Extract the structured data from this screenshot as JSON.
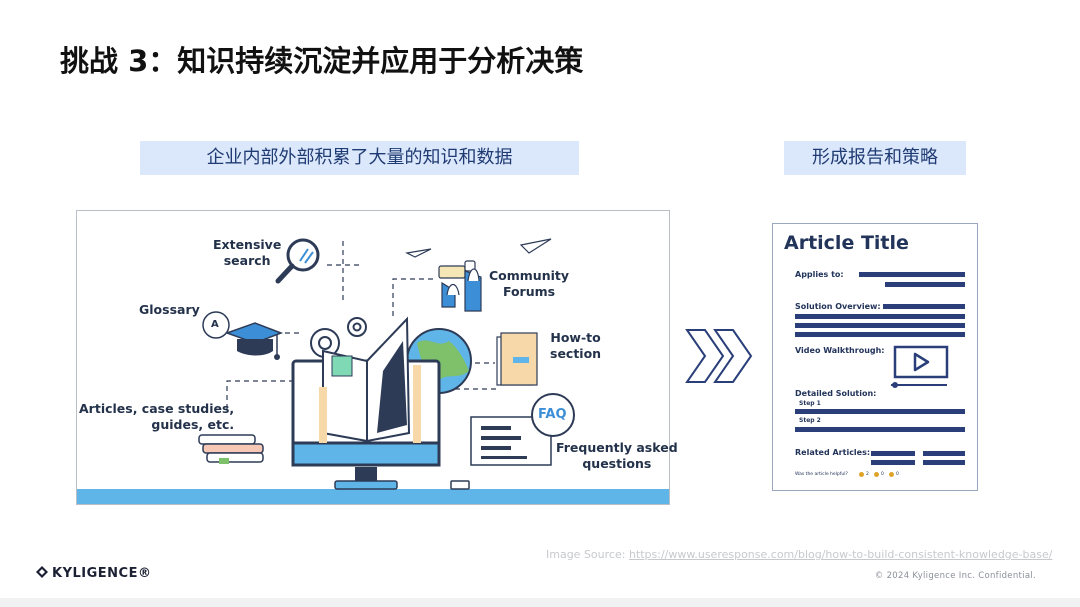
{
  "slide": {
    "title": "挑战 3：知识持续沉淀并应用于分析决策",
    "left_banner": "企业内部外部积累了大量的知识和数据",
    "right_banner": "形成报告和策略"
  },
  "illustration": {
    "labels": {
      "extensive_search": "Extensive\nsearch",
      "community_forums": "Community\nForums",
      "glossary": "Glossary",
      "howto": "How-to\nsection",
      "articles": "Articles, case studies,\nguides, etc.",
      "faq_badge": "FAQ",
      "faq": "Frequently asked\nquestions",
      "glossary_letter": "A"
    }
  },
  "article": {
    "title": "Article Title",
    "applies_to": "Applies to:",
    "solution_overview": "Solution Overview:",
    "video_walkthrough": "Video Walkthrough:",
    "detailed_solution": "Detailed Solution:",
    "step1": "Step 1",
    "step2": "Step 2",
    "related_articles": "Related Articles:",
    "helpful": "Was the article helpful?",
    "helpful_counts": [
      "2",
      "0",
      "0"
    ]
  },
  "footer": {
    "source_prefix": "Image Source: ",
    "source_url": "https://www.useresponse.com/blog/how-to-build-consistent-knowledge-base/",
    "logo": "KYLIGENCE®",
    "copyright": "© 2024 Kyligence Inc. Confidential."
  },
  "colors": {
    "banner_bg": "#dbe7fb",
    "navy": "#22345a",
    "accent_blue": "#3c8fd6"
  }
}
